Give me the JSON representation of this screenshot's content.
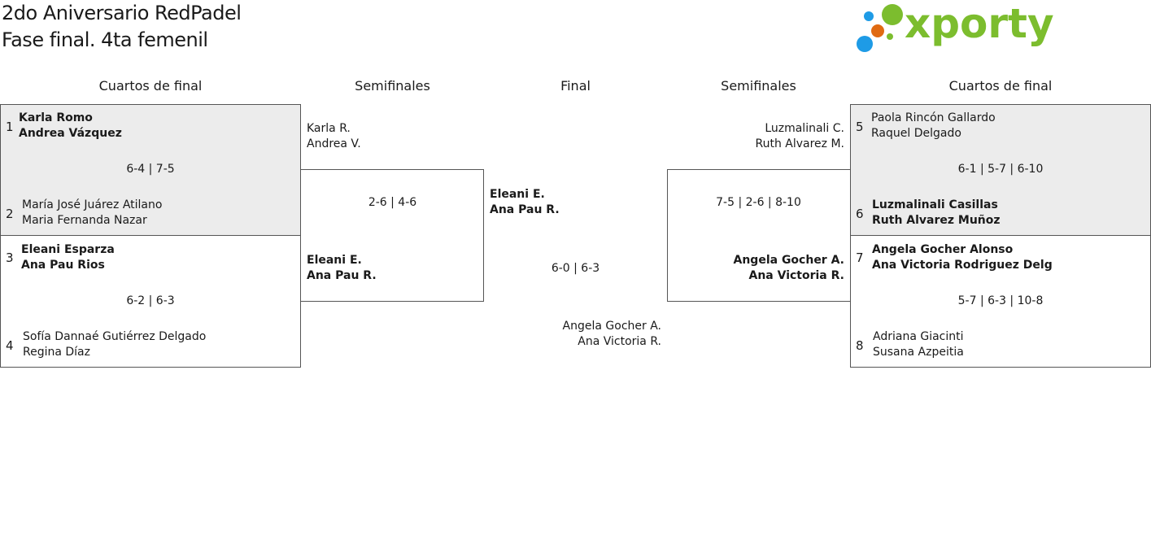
{
  "header": {
    "title_line1": "2do Aniversario RedPadel",
    "title_line2": "Fase final. 4ta femenil",
    "logo_text": "xporty",
    "logo_colors": [
      "#1e9be6",
      "#e06a12",
      "#7cbd2e"
    ]
  },
  "rounds": {
    "left_quarters": "Cuartos de final",
    "left_semis": "Semifinales",
    "final": "Final",
    "right_semis": "Semifinales",
    "right_quarters": "Cuartos de final"
  },
  "left_quarters": [
    {
      "top": {
        "seed": "1",
        "p1": "Karla Romo",
        "p2": "Andrea Vázquez"
      },
      "score": "6-4 | 7-5",
      "bottom": {
        "seed": "2",
        "p1": "María José Juárez Atilano",
        "p2": "Maria Fernanda Nazar"
      }
    },
    {
      "top": {
        "seed": "3",
        "p1": "Eleani Esparza",
        "p2": "Ana Pau Rios"
      },
      "score": "6-2 | 6-3",
      "bottom": {
        "seed": "4",
        "p1": "Sofía Dannaé Gutiérrez Delgado",
        "p2": "Regina Díaz"
      }
    }
  ],
  "left_semi": {
    "top": {
      "p1": "Karla R.",
      "p2": "Andrea V."
    },
    "score": "2-6 | 4-6",
    "bottom": {
      "p1": "Eleani E.",
      "p2": "Ana Pau R."
    }
  },
  "final": {
    "top": {
      "p1": "Eleani E.",
      "p2": "Ana Pau R."
    },
    "score": "6-0 | 6-3",
    "bottom": {
      "p1": "Angela Gocher A.",
      "p2": "Ana Victoria R."
    }
  },
  "right_semi": {
    "top": {
      "p1": "Luzmalinali C.",
      "p2": "Ruth Alvarez M."
    },
    "score": "7-5 | 2-6 | 8-10",
    "bottom": {
      "p1": "Angela Gocher A.",
      "p2": "Ana Victoria R."
    }
  },
  "right_quarters": [
    {
      "top": {
        "seed": "5",
        "p1": "Paola Rincón Gallardo",
        "p2": "Raquel Delgado"
      },
      "score": "6-1 | 5-7 | 6-10",
      "bottom": {
        "seed": "6",
        "p1": "Luzmalinali Casillas",
        "p2": "Ruth Alvarez Muñoz"
      }
    },
    {
      "top": {
        "seed": "7",
        "p1": "Angela Gocher Alonso",
        "p2": "Ana Victoria Rodriguez Delg"
      },
      "score": "5-7 | 6-3 | 10-8",
      "bottom": {
        "seed": "8",
        "p1": "Adriana Giacinti",
        "p2": "Susana Azpeitia"
      }
    }
  ]
}
